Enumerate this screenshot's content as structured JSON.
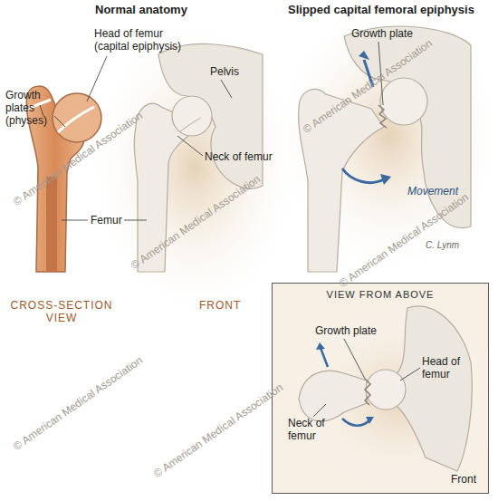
{
  "diagram": {
    "nodes": [
      {
        "text": [
          "VIEW FROM ABOVE"
        ]
      }
    ],
    "labels": [
      "Normal anatomy",
      "Slipped capital femoral epiphysis",
      "Head of femur (capital epiphysis)",
      "Growth plates (physes)",
      "Pelvis",
      "Neck of femur",
      "Femur",
      "CROSS-SECTION VIEW",
      "FRONT",
      "Growth plate",
      "Movement",
      "Growth plate",
      "Head of femur",
      "Neck of femur",
      "Front",
      "C. Lynm",
      "© American Medical Association",
      "© American Medical Association",
      "© American Medical Association",
      "© American Medical Association",
      "© American Medical Association",
      "© American Medical Association"
    ]
  }
}
